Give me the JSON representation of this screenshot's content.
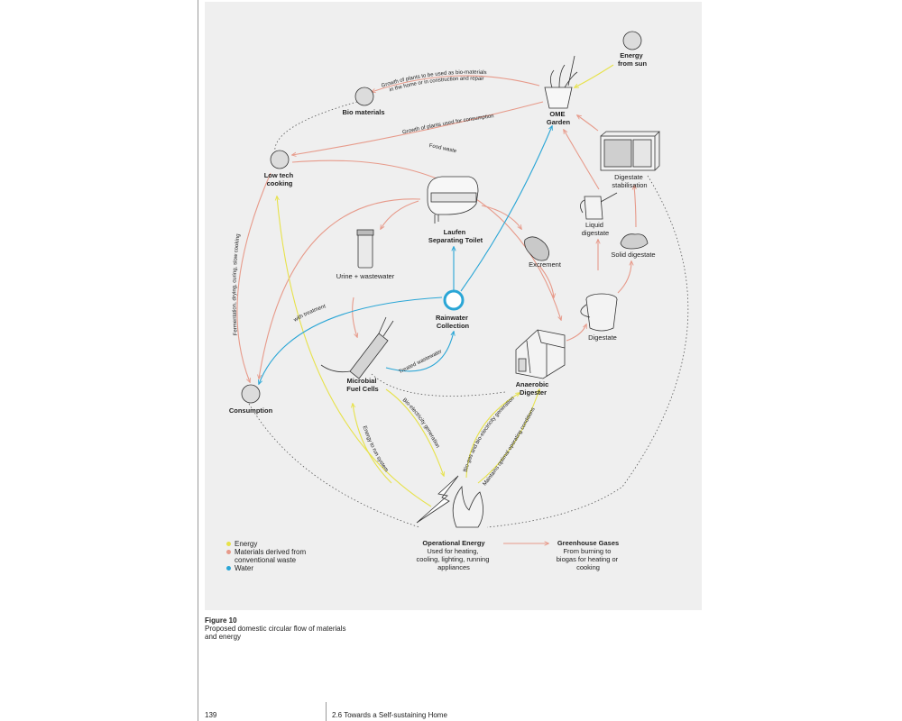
{
  "colors": {
    "energy": "#e7e24a",
    "materials": "#e79a8a",
    "water": "#2aa6d6",
    "panel": "#efefef"
  },
  "nodes": {
    "energy_sun": "Energy\nfrom sun",
    "ome_garden": "OME\nGarden",
    "bio_materials": "Bio materials",
    "low_tech_cooking": "Low tech\ncooking",
    "laufen_toilet": "Laufen\nSeparating Toilet",
    "urine": "Urine + wastewater",
    "excrement": "Excrement",
    "liquid_digestate": "Liquid\ndigestate",
    "solid_digestate": "Solid digestate",
    "digestate_stabilisation": "Digestate\nstabilisation",
    "digestate": "Digestate",
    "rainwater": "Rainwater\nCollection",
    "microbial": "Microbial\nFuel Cells",
    "anaerobic": "Anaerobic\nDigester",
    "consumption": "Consumption",
    "operational_energy_title": "Operational Energy",
    "operational_energy_desc": "Used for heating,\ncooling, lighting, running\nappliances",
    "greenhouse_title": "Greenhouse Gases",
    "greenhouse_desc": "From burning to\nbiogas for heating or\ncooking"
  },
  "edges": {
    "growth_bio": "Growth of plants to be used as bio-materials\nin the home or in construction and repair",
    "growth_consumption": "Growth of plants used for consumption",
    "food_waste": "Food waste",
    "fermentation": "Fermentation, drying, curing, slow cooking",
    "with_treatment": "with treatment",
    "treated_wastewater": "Treated wastewater",
    "bio_electricity": "Bio-electricity generation",
    "energy_run": "Energy to run system",
    "biogas": "Bio-gas and bio-electricity generation",
    "maintains": "Maintains optimal operating conditions"
  },
  "legend": [
    {
      "label": "Energy",
      "color": "#e7e24a"
    },
    {
      "label": "Materials derived from\nconventional waste",
      "color": "#e79a8a"
    },
    {
      "label": "Water",
      "color": "#2aa6d6"
    }
  ],
  "caption": {
    "figure": "Figure 10",
    "text": "Proposed domestic circular flow of materials and energy"
  },
  "footer": {
    "page": "139",
    "section": "2.6 Towards a Self-sustaining Home"
  }
}
